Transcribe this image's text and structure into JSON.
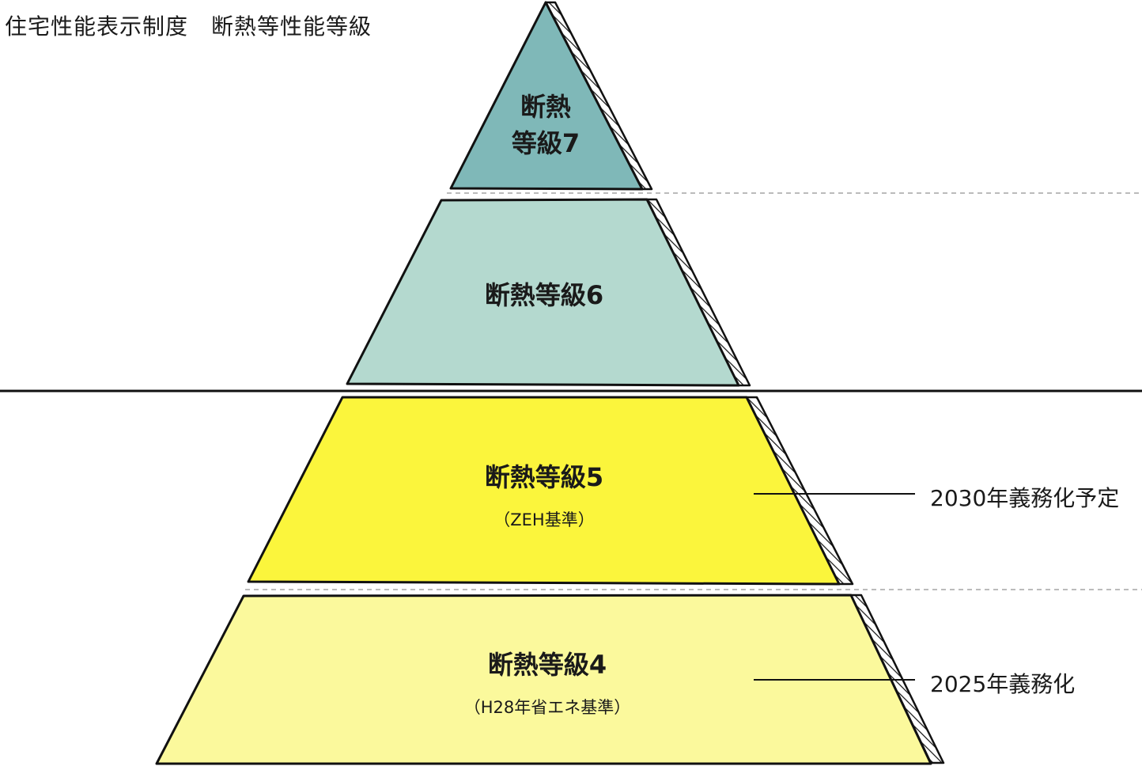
{
  "title": "住宅性能表示制度　断熱等性能等級",
  "levels": [
    {
      "label_line1": "断熱",
      "label_line2": "等級7",
      "fill": "#7fb8b8"
    },
    {
      "label": "断熱等級6",
      "fill": "#b4d9cf"
    },
    {
      "label": "断熱等級5",
      "sub": "（ZEH基準）",
      "fill": "#fbf53c"
    },
    {
      "label": "断熱等級4",
      "sub": "（H28年省エネ基準）",
      "fill": "#fbf99c"
    }
  ],
  "notes": {
    "level5": "2030年義務化予定",
    "level4": "2025年義務化"
  },
  "colors": {
    "outline": "#111111",
    "dashed": "#bbbbbb",
    "divider": "#111111"
  }
}
